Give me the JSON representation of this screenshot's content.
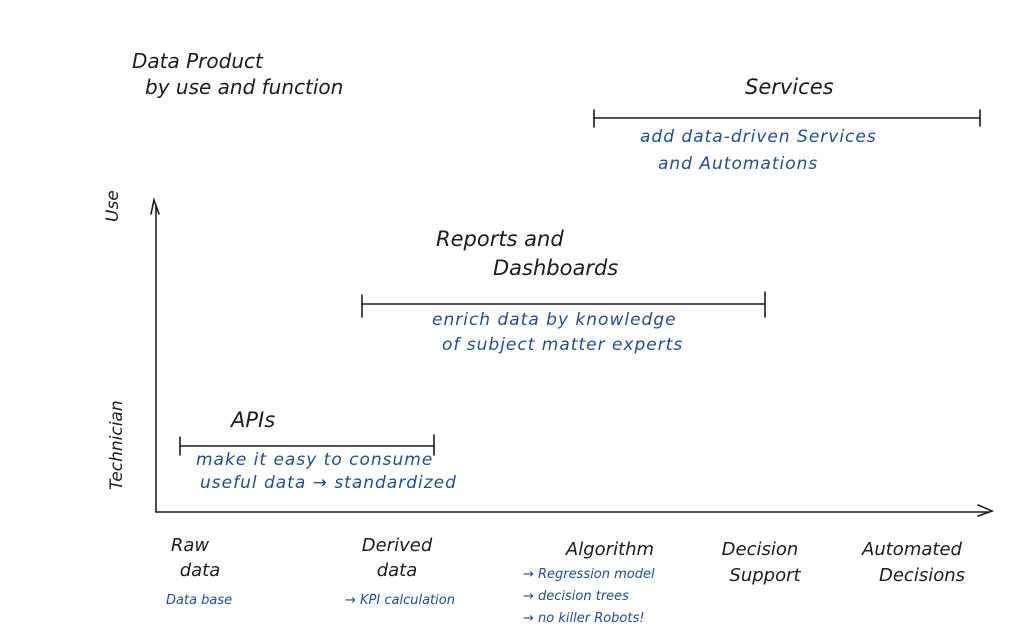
{
  "colors": {
    "ink": "#1c1c1c",
    "blue": "#1f4f8f"
  },
  "title": {
    "line1": "Data Product",
    "line2": "by use and function"
  },
  "axes": {
    "y_top": "Use",
    "y_bottom": "Technician"
  },
  "ranges": {
    "services": {
      "label": "Services",
      "desc1": "add data-driven Services",
      "desc2": "and Automations"
    },
    "reports": {
      "label1": "Reports and",
      "label2": "Dashboards",
      "desc1": "enrich data by knowledge",
      "desc2": "of subject matter experts"
    },
    "apis": {
      "label": "APIs",
      "desc1": "make it easy to consume",
      "desc2": "useful data → standardized"
    }
  },
  "categories": [
    {
      "line1": "Raw",
      "line2": "data",
      "notes": [
        "Data base"
      ]
    },
    {
      "line1": "Derived",
      "line2": "data",
      "notes": [
        "→ KPI calculation"
      ]
    },
    {
      "line1": "Algorithm",
      "line2": "",
      "notes": [
        "→ Regression model",
        "→ decision trees",
        "→ no killer Robots!"
      ]
    },
    {
      "line1": "Decision",
      "line2": "Support",
      "notes": []
    },
    {
      "line1": "Automated",
      "line2": "Decisions",
      "notes": []
    }
  ]
}
